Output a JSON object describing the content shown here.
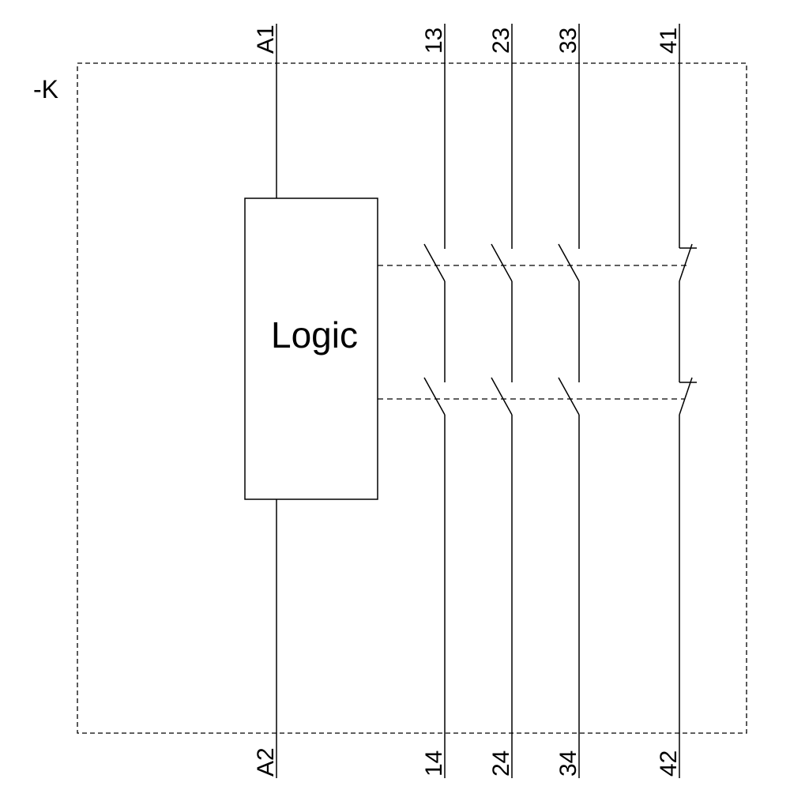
{
  "device_label": "-K",
  "logic_label": "Logic",
  "coil_terminals": {
    "top": "A1",
    "bottom": "A2"
  },
  "contacts": [
    {
      "type": "NO",
      "top": "13",
      "bottom": "14"
    },
    {
      "type": "NO",
      "top": "23",
      "bottom": "24"
    },
    {
      "type": "NO",
      "top": "33",
      "bottom": "34"
    },
    {
      "type": "NC",
      "top": "41",
      "bottom": "42"
    }
  ]
}
